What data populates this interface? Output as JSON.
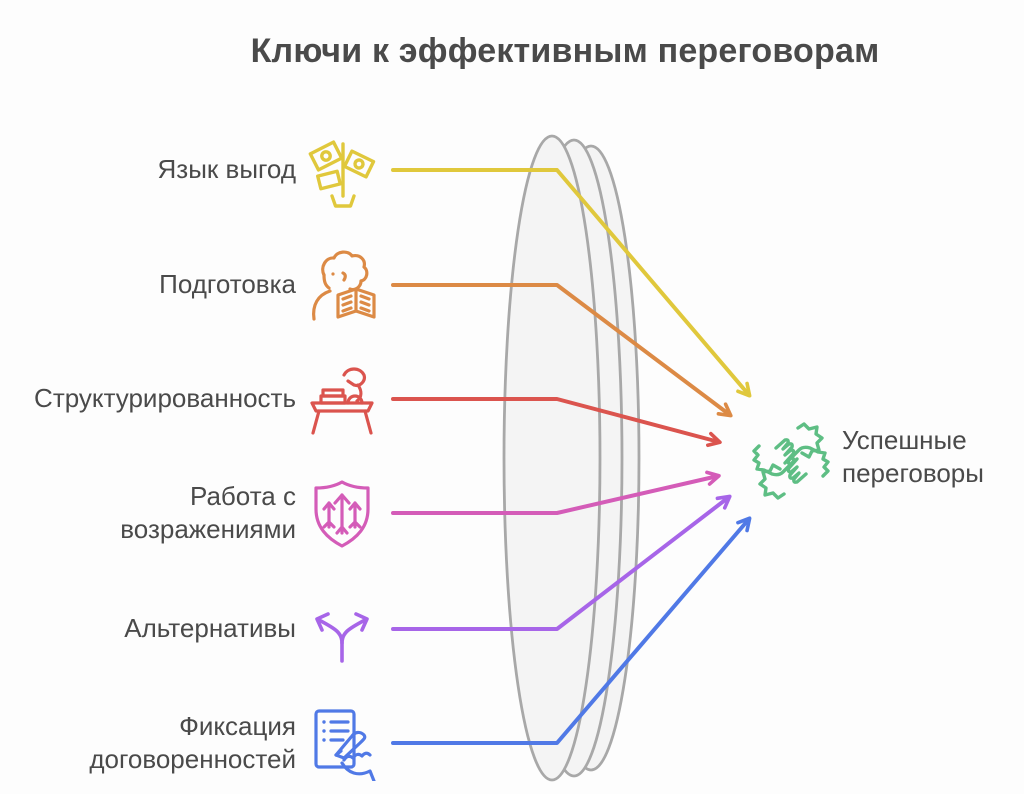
{
  "title": "Ключи к эффективным переговорам",
  "text_color": "#4a4a4a",
  "items": [
    {
      "label": "Язык выгод",
      "icon": "money-tree-icon",
      "color": "#e0c83c"
    },
    {
      "label": "Подготовка",
      "icon": "person-reading-icon",
      "color": "#dc8a45"
    },
    {
      "label": "Структурированность",
      "icon": "desk-lamp-icon",
      "color": "#db544e"
    },
    {
      "label": "Работа с\nвозражениями",
      "icon": "shield-arrows-icon",
      "color": "#d45cb8"
    },
    {
      "label": "Альтернативы",
      "icon": "fork-arrows-icon",
      "color": "#a765e8"
    },
    {
      "label": "Фиксация\nдоговоренностей",
      "icon": "document-pen-icon",
      "color": "#5079e6"
    }
  ],
  "result": {
    "label": "Успешные\nпереговоры",
    "icon": "handshake-icon",
    "color": "#5ebe84"
  },
  "lens": {
    "fill": "#f4f4f4",
    "stroke": "#a8a8a8"
  }
}
